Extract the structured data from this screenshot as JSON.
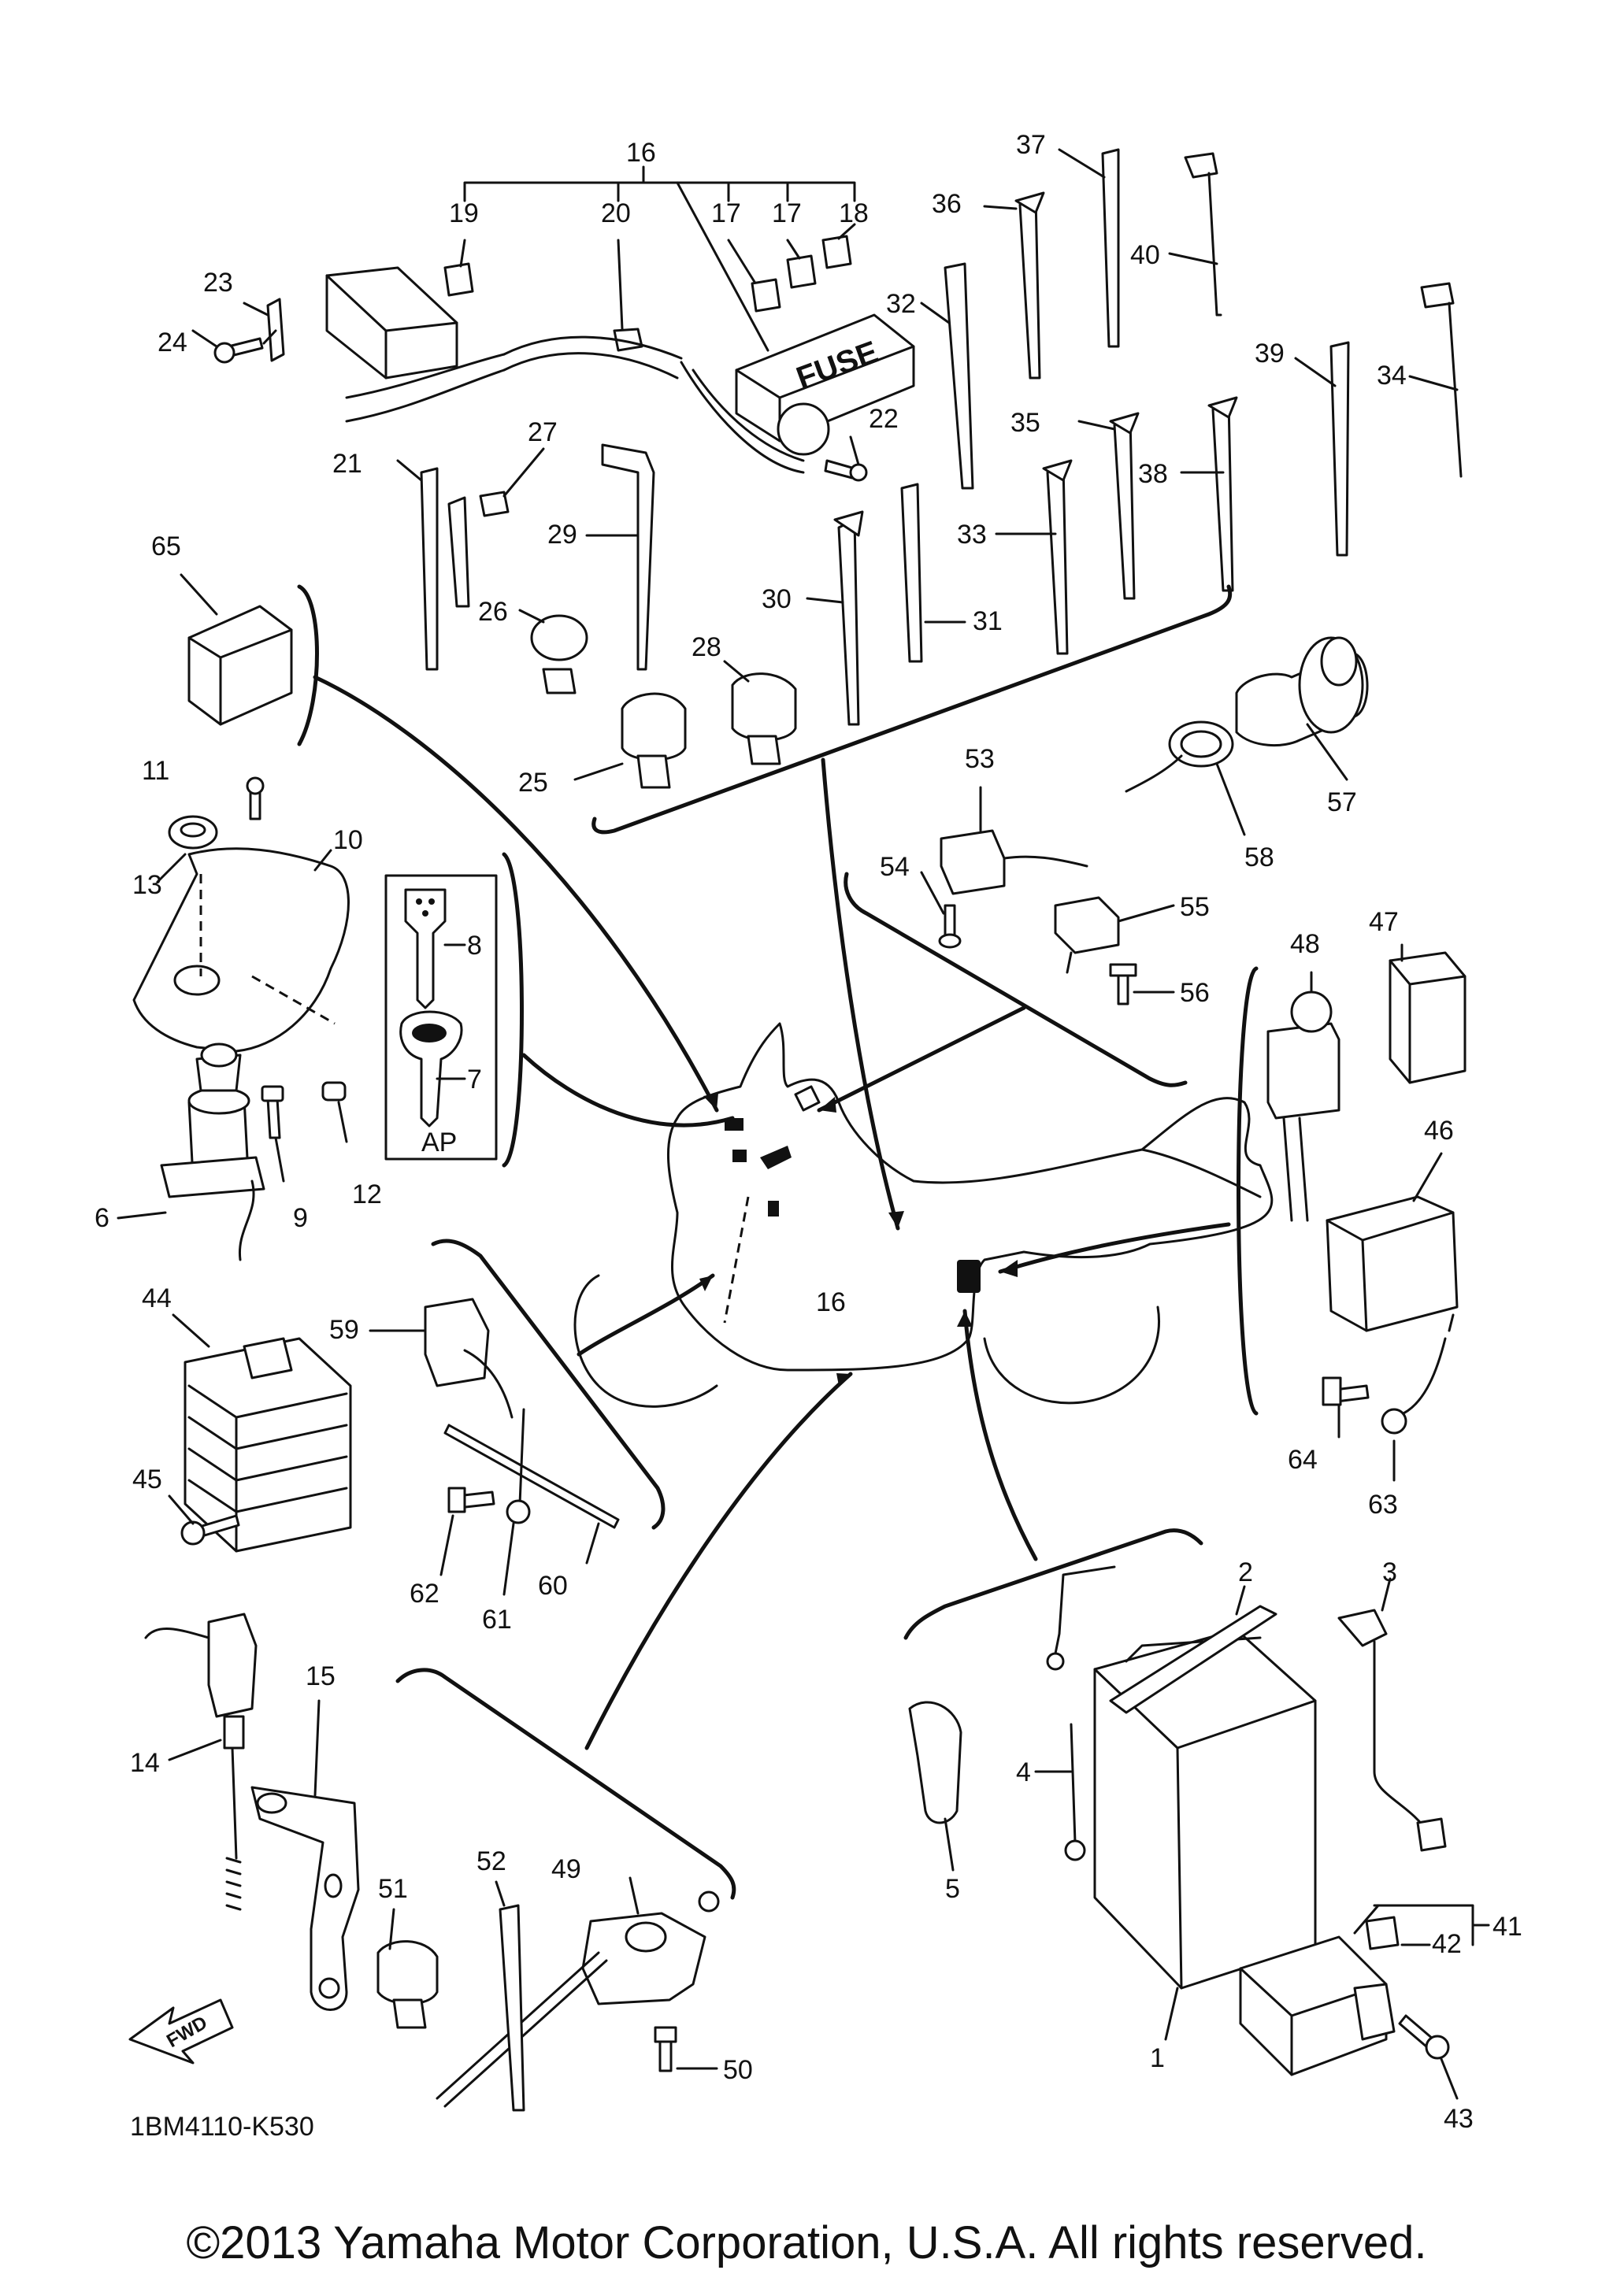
{
  "callouts": {
    "c1": "1",
    "c2": "2",
    "c3": "3",
    "c4": "4",
    "c5": "5",
    "c6": "6",
    "c7": "7",
    "c8": "8",
    "c9": "9",
    "c10": "10",
    "c11": "11",
    "c12": "12",
    "c13": "13",
    "c14": "14",
    "c15": "15",
    "c16a": "16",
    "c16b": "16",
    "c17a": "17",
    "c17b": "17",
    "c18": "18",
    "c19": "19",
    "c20": "20",
    "c21": "21",
    "c22": "22",
    "c23": "23",
    "c24": "24",
    "c25": "25",
    "c26": "26",
    "c27": "27",
    "c28": "28",
    "c29": "29",
    "c30": "30",
    "c31": "31",
    "c32": "32",
    "c33": "33",
    "c34": "34",
    "c35": "35",
    "c36": "36",
    "c37": "37",
    "c38": "38",
    "c39": "39",
    "c40": "40",
    "c41": "41",
    "c42": "42",
    "c43": "43",
    "c44": "44",
    "c45": "45",
    "c46": "46",
    "c47": "47",
    "c48": "48",
    "c49": "49",
    "c50": "50",
    "c51": "51",
    "c52": "52",
    "c53": "53",
    "c54": "54",
    "c55": "55",
    "c56": "56",
    "c57": "57",
    "c58": "58",
    "c59": "59",
    "c60": "60",
    "c61": "61",
    "c62": "62",
    "c63": "63",
    "c64": "64",
    "c65": "65"
  },
  "labels": {
    "fuse": "FUSE",
    "ap": "AP",
    "fwd": "FWD",
    "diagram_code": "1BM4110-K530"
  },
  "footer": {
    "copyright": "©2013 Yamaha Motor Corporation, U.S.A. All rights reserved."
  }
}
